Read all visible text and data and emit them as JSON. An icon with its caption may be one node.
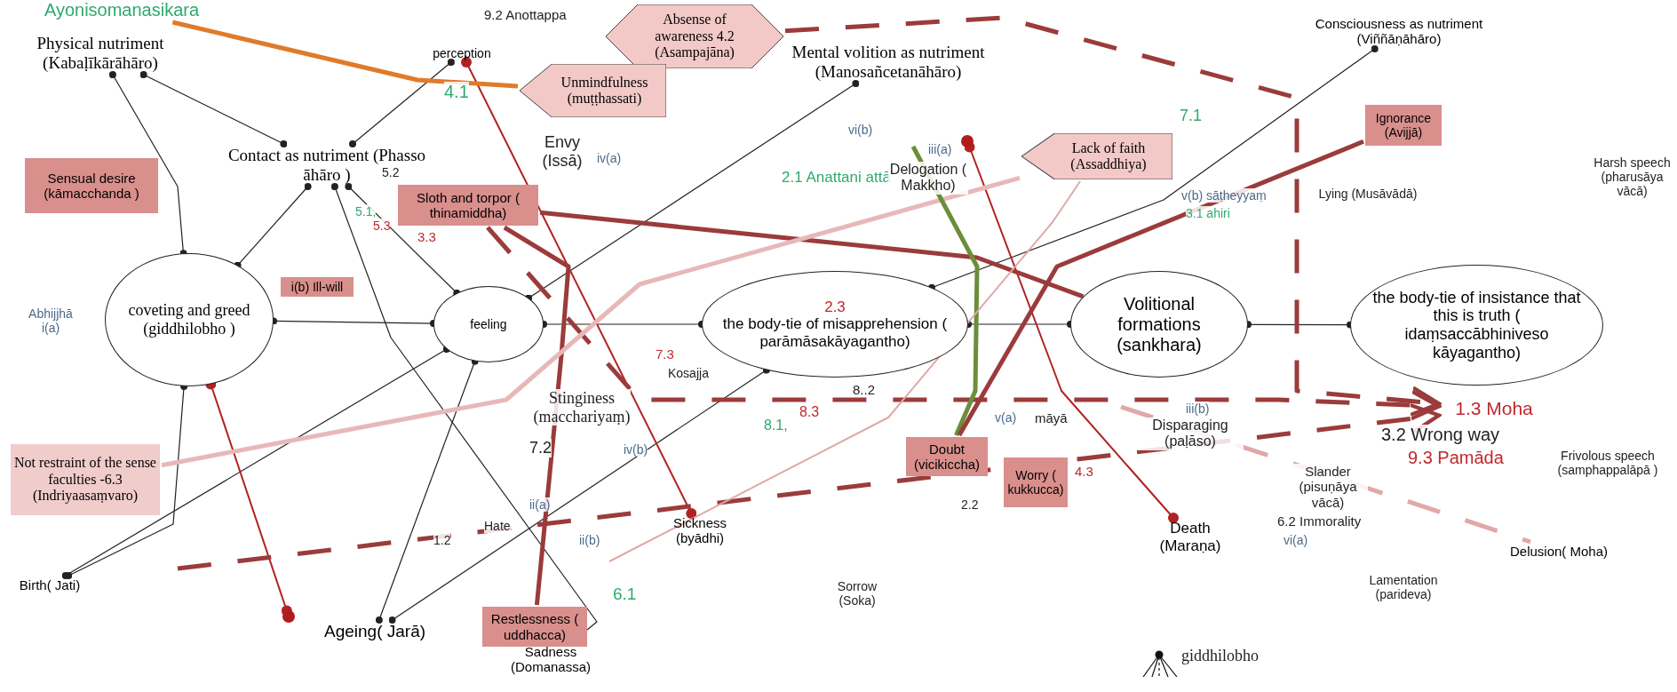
{
  "diagram": {
    "nodes": [
      {
        "text": [
          "Absense of awareness 4.2 (Asampajāna)"
        ]
      },
      {
        "text": [
          "Unmindfulness (muṭṭhassati)"
        ]
      },
      {
        "text": [
          "Sensual desire (kāmacchanda )"
        ]
      },
      {
        "text": [
          "coveting and greed (giddhilobho )"
        ]
      },
      {
        "text": [
          "i(b) Ill-will"
        ]
      },
      {
        "text": [
          "Sloth and torpor ( thinamiddha)"
        ]
      },
      {
        "text": [
          "feeling"
        ]
      },
      {
        "text": [
          "2.3",
          "the body-tie of misapprehension ( parāmāsakāyagantho)"
        ]
      },
      {
        "text": [
          "Lack of faith (Assaddhiya)"
        ]
      },
      {
        "text": [
          "Ignorance (Avijjā)"
        ]
      },
      {
        "text": [
          "Worry ( kukkucca)"
        ]
      },
      {
        "text": [
          "Volitional formations (sankhara)"
        ]
      },
      {
        "text": [
          "the body-tie of insistance that this is truth ( idaṃsaccābhiniveso kāyagantho)"
        ]
      },
      {
        "text": [
          "Doubt (vicikiccha)"
        ]
      },
      {
        "text": [
          "Not restraint of the sense faculties -6.3 (Indriyaasaṃvaro)"
        ]
      },
      {
        "text": [
          "Restlessness ( uddhacca)"
        ]
      },
      {
        "text": [
          "Ayonisomanasikara"
        ]
      },
      {
        "text": [
          "Physical nutriment (Kabaḷīkārāhāro)"
        ]
      },
      {
        "text": [
          "Contact as nutriment (Phasso āhāro )"
        ]
      },
      {
        "text": [
          "perception"
        ]
      },
      {
        "text": [
          "Mental volition as nutriment (Manosañcetanāhāro)"
        ]
      },
      {
        "text": [
          "Consciousness as nutriment (Viññāṇāhāro)"
        ]
      },
      {
        "text": [
          "Birth( Jati)"
        ]
      },
      {
        "text": [
          "Ageing( Jarā)"
        ]
      },
      {
        "text": [
          "Sadness (Domanassa)"
        ]
      },
      {
        "text": [
          "Sickness (byādhi)"
        ]
      },
      {
        "text": [
          "Death (Maraṇa)"
        ]
      },
      {
        "text": [
          "1.3 Moha"
        ]
      },
      {
        "text": [
          "Delusion( Moha)"
        ]
      },
      {
        "text": [],
        "shape": "circle"
      },
      {
        "text": [],
        "shape": "circle"
      }
    ],
    "edges": [
      {
        "from": 17,
        "to": 3,
        "arrow": "other"
      },
      {
        "from": 17,
        "to": 18,
        "arrow": "other"
      },
      {
        "from": 19,
        "to": 18,
        "arrow": "other"
      },
      {
        "from": 18,
        "to": 3,
        "arrow": "other"
      },
      {
        "from": 18,
        "to": 24,
        "arrow": "other"
      },
      {
        "from": 18,
        "to": 6,
        "arrow": "other"
      },
      {
        "from": 20,
        "to": 6,
        "arrow": "other"
      },
      {
        "from": 21,
        "to": 7,
        "arrow": "other"
      },
      {
        "from": 3,
        "to": 6,
        "arrow": "other"
      },
      {
        "from": 6,
        "to": 7,
        "arrow": "other"
      },
      {
        "from": 7,
        "to": 11,
        "arrow": "other"
      },
      {
        "from": 11,
        "to": 12,
        "arrow": "other"
      },
      {
        "from": 22,
        "to": 3,
        "arrow": "other"
      },
      {
        "from": 22,
        "to": 6,
        "arrow": "other"
      },
      {
        "from": 23,
        "to": 6,
        "arrow": "other"
      },
      {
        "from": 23,
        "to": 7,
        "arrow": "other"
      },
      {
        "from": 19,
        "to": 25,
        "arrow": "other",
        "color": "#b22222"
      },
      {
        "from": 3,
        "to": 29,
        "arrow": "other",
        "color": "#b22222"
      },
      {
        "from": 30,
        "to": 26,
        "arrow": "other",
        "color": "#b22222"
      },
      {
        "from": 16,
        "to": 1,
        "arrow": "none",
        "style": "thick",
        "color": "#e07b2a"
      },
      {
        "from": 5,
        "to": 15,
        "arrow": "none",
        "style": "thick",
        "color": "#9b3b3b"
      },
      {
        "from": 5,
        "to": 11,
        "arrow": "none",
        "style": "thick",
        "color": "#9b3b3b"
      },
      {
        "from": 0,
        "to": 27,
        "arrow": "to",
        "style": "dashed",
        "color": "#9b3b3b"
      },
      {
        "from": 5,
        "to": 27,
        "arrow": "to",
        "style": "dashed",
        "color": "#9b3b3b"
      },
      {
        "from": null,
        "to": 27,
        "arrow": "to",
        "style": "dashed",
        "color": "#9b3b3b"
      },
      {
        "from": 14,
        "to": 8,
        "arrow": "none",
        "style": "thick",
        "color": "#e8b8b8"
      },
      {
        "from": null,
        "to": 13,
        "arrow": "none",
        "style": "thick",
        "color": "#6b8e3a"
      },
      {
        "from": 13,
        "to": 9,
        "arrow": "none",
        "style": "thick",
        "color": "#9b3b3b"
      },
      {
        "from": null,
        "to": 28,
        "arrow": "none",
        "style": "dashed",
        "color": "#e0a8a8"
      },
      {
        "from": null,
        "to": 8,
        "arrow": "none",
        "color": "#e0a8a8"
      }
    ],
    "labels": [
      "9.2 Anottappa",
      "4.1",
      "5.2",
      "5.1,",
      "5.3",
      "3.3",
      "Envy (Issā)",
      "iv(a)",
      "vi(b)",
      "2.1 Anattani attā",
      "iii(a)",
      "Delogation ( Makkho)",
      "7.1",
      "v(b) sāṭheyyaṃ",
      "3.1 ahiri",
      "Lying (Musāvādā)",
      "Harsh speech (pharusāya vācā)",
      "Abhijjhā i(a)",
      "7.3",
      "Kosajja",
      "Stinginess (macchariyaṃ)",
      "7.2",
      "iv(b)",
      "8..2",
      "8.1,",
      "8.3",
      "4.3",
      "māyā",
      "v(a)",
      "iii(b)",
      "Disparaging (paḷāso)",
      "3.2 Wrong way",
      "9.3 Pamāda",
      "Frivolous speech (samphappalāpā )",
      "Slander (pisuṇāya vācā)",
      "6.2 Immorality",
      "vi(a)",
      "Lamentation (parideva)",
      "Sorrow (Soka)",
      "2.2",
      "ii(a)",
      "Hate",
      "ii(b)",
      "1.2",
      "6.1",
      "giddhilobho"
    ]
  }
}
